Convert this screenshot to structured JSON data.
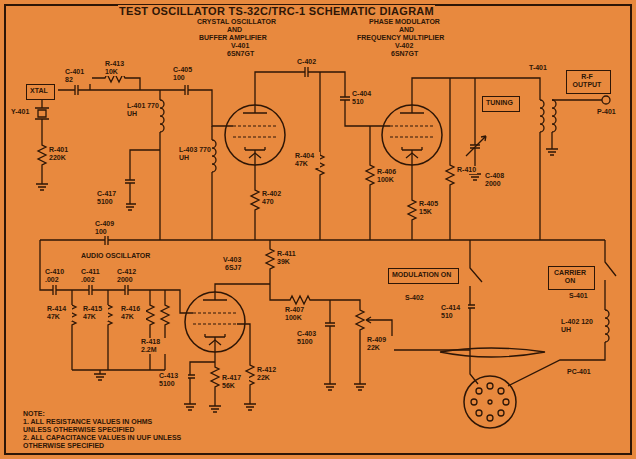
{
  "diagram": {
    "title": "TEST OSCILLATOR TS-32C/TRC-1 SCHEMATIC DIAGRAM",
    "nodes": [
      {
        "text": [
          "XTAL"
        ]
      },
      {
        "text": [
          "TUNING"
        ]
      },
      {
        "text": [
          "R-F OUTPUT"
        ]
      },
      {
        "text": [
          "MODULATION ON"
        ]
      },
      {
        "text": [
          "CARRIER ON"
        ]
      }
    ],
    "labels": [
      "CRYSTAL OSCILLATOR",
      "AND",
      "BUFFER AMPLIFIER",
      "V-401",
      "6SN7GT",
      "PHASE MODULATOR",
      "AND",
      "FREQUENCY MULTIPLIER",
      "V-402",
      "6SN7GT",
      "Y-401",
      "C-401 82",
      "R-413 10K",
      "C-405 100",
      "L-401 770 UH",
      "C-402",
      "C-404 510",
      "R-401 220K",
      "L-403 770 UH",
      "C-417 5100",
      "R-402 470",
      "R-404 47K",
      "R-406 100K",
      "R-405 15K",
      "R-410",
      "C-408 2000",
      "T-401",
      "P-401",
      "C-409 100",
      "AUDIO OSCILLATOR",
      "V-403",
      "6SJ7",
      "C-410 .002",
      "C-411 .002",
      "C-412 2000",
      "R-414 47K",
      "R-415 47K",
      "R-416 47K",
      "R-418 2.2M",
      "C-413 5100",
      "R-417 56K",
      "R-411 39K",
      "R-407 100K",
      "C-403 5100",
      "R-412 22K",
      "R-409 22K",
      "S-402",
      "C-414 510",
      "L-402 120 UH",
      "S-401",
      "PC-401",
      "NOTE:",
      "1. ALL RESISTANCE VALUES IN OHMS",
      "UNLESS OTHERWISE SPECIFIED",
      "2. ALL CAPACITANCE VALUES IN UUF UNLESS",
      "OTHERWISE SPECIFIED"
    ]
  }
}
